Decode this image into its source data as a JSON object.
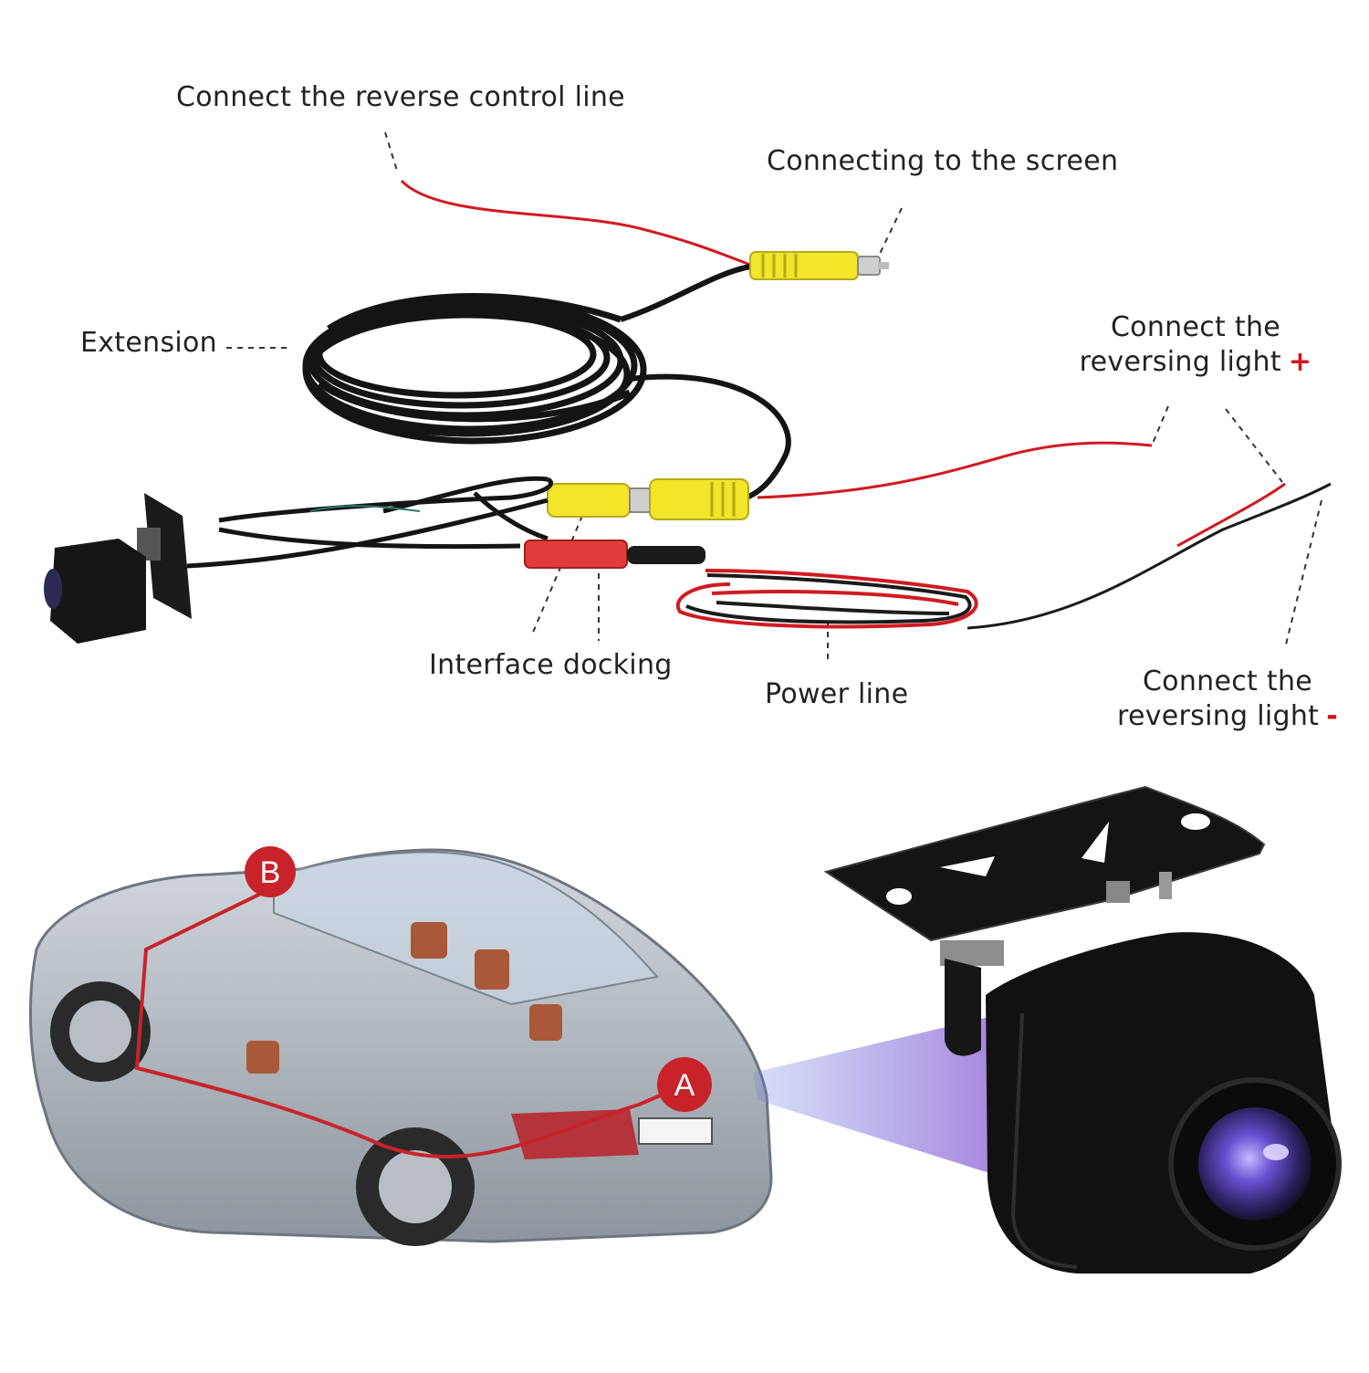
{
  "labels": {
    "reverse_control": "Connect the reverse control line",
    "screen": "Connecting to the screen",
    "extension": "Extension",
    "light_plus_line1": "Connect the",
    "light_plus_line2": "reversing light",
    "plus_sign": "+",
    "interface": "Interface docking",
    "power": "Power line",
    "light_minus_line1": "Connect the",
    "light_minus_line2": "reversing light",
    "minus_sign": "-"
  },
  "markers": {
    "a": "A",
    "b": "B"
  },
  "colors": {
    "cable": "#141414",
    "red_wire": "#d11a22",
    "yellow_connector": "#f2e52a",
    "red_connector": "#e23a3a",
    "marker_fill": "#c8232b",
    "route_line": "#c8232b",
    "car_body": "#a9b0b8",
    "camera_body": "#111111",
    "lens": "#3b2a7a"
  }
}
